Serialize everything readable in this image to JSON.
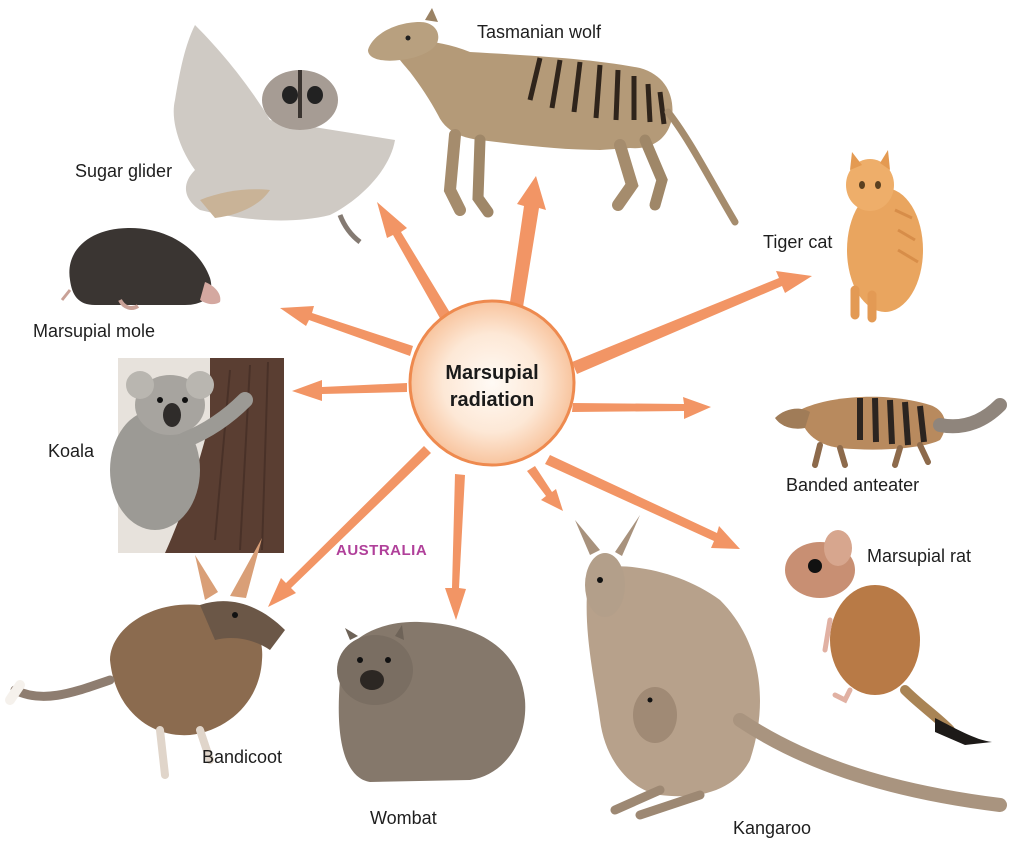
{
  "center": {
    "line1": "Marsupial",
    "line2": "radiation"
  },
  "region_label": "AUSTRALIA",
  "labels": {
    "tasmanian_wolf": "Tasmanian wolf",
    "sugar_glider": "Sugar glider",
    "tiger_cat": "Tiger cat",
    "marsupial_mole": "Marsupial mole",
    "koala": "Koala",
    "banded_anteater": "Banded anteater",
    "marsupial_rat": "Marsupial rat",
    "bandicoot": "Bandicoot",
    "wombat": "Wombat",
    "kangaroo": "Kangaroo"
  },
  "colors": {
    "arrow": "#f29565",
    "hub_fill": "#fbd9bd",
    "hub_stroke": "#ee8a4f",
    "region_text": "#b0409a"
  }
}
